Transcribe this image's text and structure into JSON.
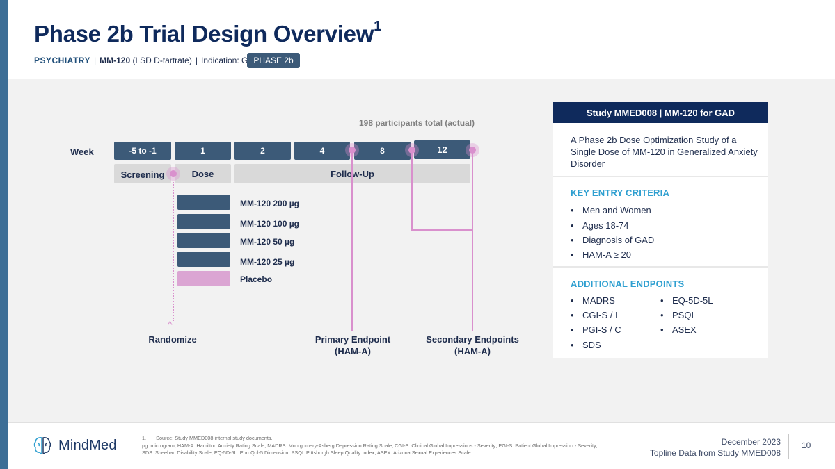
{
  "header": {
    "title": "Phase 2b Trial Design Overview",
    "title_sup": "1",
    "category": "PSYCHIATRY",
    "drug": "MM-120",
    "drug_detail": "(LSD D-tartrate)",
    "indication": "Indication: GAD",
    "phase_tag": "PHASE 2b"
  },
  "diagram": {
    "participants": "198 participants total (actual)",
    "week_label": "Week",
    "weeks": [
      "-5 to -1",
      "1",
      "2",
      "4",
      "8",
      "12"
    ],
    "phases": [
      "Screening",
      "Dose",
      "Follow-Up"
    ],
    "arms": [
      "MM-120 200 µg",
      "MM-120 100 µg",
      "MM-120 50 µg",
      "MM-120 25 µg",
      "Placebo"
    ],
    "randomize": "Randomize",
    "primary_endpoint": [
      "Primary Endpoint",
      "(HAM-A)"
    ],
    "secondary_endpoints": [
      "Secondary Endpoints",
      "(HAM-A)"
    ],
    "colors": {
      "navy": "#3c5a78",
      "pink": "#d990cd",
      "placebo": "#dba5d3"
    }
  },
  "study": {
    "header": "Study MMED008 | MM-120 for GAD",
    "description": "A Phase 2b Dose Optimization Study of a Single Dose of MM-120 in Generalized Anxiety Disorder",
    "criteria_title": "KEY ENTRY CRITERIA",
    "criteria": [
      "Men and Women",
      "Ages 18-74",
      "Diagnosis of GAD",
      "HAM-A ≥ 20"
    ],
    "endpoints_title": "ADDITIONAL ENDPOINTS",
    "endpoints_left": [
      "MADRS",
      "CGI-S / I",
      "PGI-S / C",
      "SDS"
    ],
    "endpoints_right": [
      "EQ-5D-5L",
      "PSQI",
      "ASEX"
    ]
  },
  "footer": {
    "logo_text": "MindMed",
    "logo_icon": "brain-icon",
    "footnote_num": "1.",
    "footnote_source": "Source: Study MMED008 internal study documents.",
    "abbreviations": "µg: microgram; HAM-A: Hamilton Anxiety Rating Scale; MADRS: Montgomery-Asberg Depression Rating Scale; CGI-S: Clinical Global Impressions - Severity; PGI-S: Patient Global Impression - Severity; SDS: Sheehan Disability Scale; EQ-5D-5L: EuroQol-5 Dimension; PSQI: Pittsburgh Sleep Quality Index; ASEX: Arizona Sexual Experiences Scale",
    "date": "December 2023",
    "subtitle": "Topline Data from Study MMED008",
    "page": "10"
  }
}
